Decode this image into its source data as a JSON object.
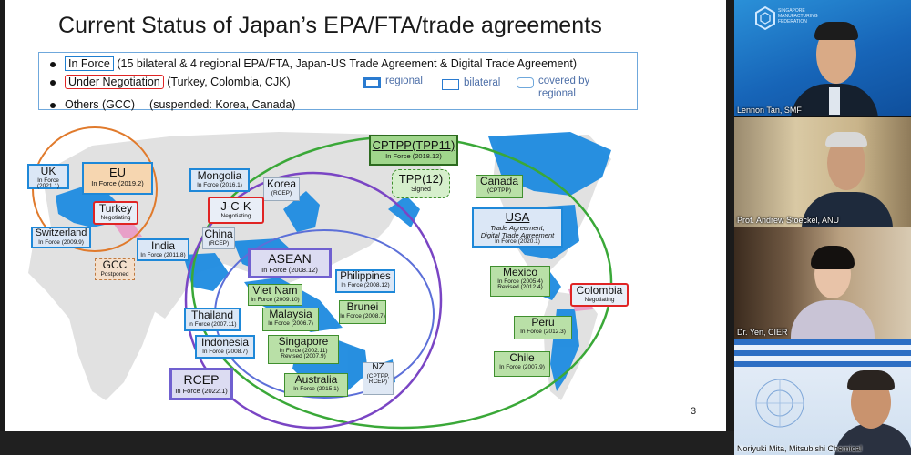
{
  "slide": {
    "title": "Current Status of Japan’s EPA/FTA/trade agreements",
    "page_number": "3",
    "legend": {
      "row1_tag": "In Force",
      "row1_text": "(15 bilateral & 4 regional EPA/FTA, Japan-US Trade Agreement & Digital Trade Agreement)",
      "row2_tag": "Under Negotiation",
      "row2_text": "(Turkey, Colombia, CJK)",
      "row3_text": "Others (GCC)　 (suspended: Korea, Canada)",
      "key_regional": "regional",
      "key_bilateral": "bilateral",
      "key_covered_1": "covered by",
      "key_covered_2": "regional"
    },
    "agreements": {
      "uk": {
        "name": "UK",
        "sub": "In Force (2021.1)"
      },
      "eu": {
        "name": "EU",
        "sub": "In Force (2019.2)"
      },
      "turkey": {
        "name": "Turkey",
        "sub": "Negotiating"
      },
      "switzerland": {
        "name": "Switzerland",
        "sub": "In Force (2009.9)"
      },
      "gcc": {
        "name": "GCC",
        "sub": "Postponed"
      },
      "mongolia": {
        "name": "Mongolia",
        "sub": "In Force (2016.1)"
      },
      "korea": {
        "name": "Korea",
        "sub": "(RCEP)"
      },
      "jck": {
        "name": "J-C-K",
        "sub": "Negotiating"
      },
      "china": {
        "name": "China",
        "sub": "(RCEP)"
      },
      "india": {
        "name": "India",
        "sub": "In Force (2011.8)"
      },
      "asean": {
        "name": "ASEAN",
        "sub": "In Force (2008.12)"
      },
      "vietnam": {
        "name": "Viet Nam",
        "sub": "In Force (2009.10)"
      },
      "philippines": {
        "name": "Philippines",
        "sub": "In Force (2008.12)"
      },
      "thailand": {
        "name": "Thailand",
        "sub": "In Force (2007.11)"
      },
      "malaysia": {
        "name": "Malaysia",
        "sub": "In Force (2006.7)"
      },
      "brunei": {
        "name": "Brunei",
        "sub": "In Force (2008.7)"
      },
      "indonesia": {
        "name": "Indonesia",
        "sub": "In Force (2008.7)"
      },
      "singapore": {
        "name": "Singapore",
        "sub1": "In Force (2002.11)",
        "sub2": "Revised (2007.9)"
      },
      "rcep": {
        "name": "RCEP",
        "sub": "In Force (2022.1)"
      },
      "australia": {
        "name": "Australia",
        "sub": "In Force (2015.1)"
      },
      "nz": {
        "name": "NZ",
        "sub1": "(CPTPP,",
        "sub2": "RCEP)"
      },
      "cptpp": {
        "name": "CPTPP(TPP11)",
        "sub": "In Force (2018.12)"
      },
      "tpp12": {
        "name": "TPP(12)",
        "sub": "Signed"
      },
      "canada": {
        "name": "Canada",
        "sub": "(CPTPP)"
      },
      "usa": {
        "name": "USA",
        "sub1": "Trade Agreement,",
        "sub2": "Digital Trade Agreement",
        "sub3": "In Force (2020.1)"
      },
      "mexico": {
        "name": "Mexico",
        "sub1": "In Force (2005.4)",
        "sub2": "Revised (2012.4)"
      },
      "colombia": {
        "name": "Colombia",
        "sub": "Negotiating"
      },
      "peru": {
        "name": "Peru",
        "sub": "In Force (2012.3)"
      },
      "chile": {
        "name": "Chile",
        "sub": "In Force (2007.9)"
      }
    }
  },
  "participants": [
    {
      "name": "Lennon Tan, SMF",
      "org_logo_line1": "SINGAPORE",
      "org_logo_line2": "MANUFACTURING",
      "org_logo_line3": "FEDERATION"
    },
    {
      "name": "Prof. Andrew Stoeckel, ANU"
    },
    {
      "name": "Dr. Yen, CIER"
    },
    {
      "name": "Noriyuki Mita, Mitsubishi Chemical"
    }
  ],
  "colors": {
    "in_force_border": "#1e88d8",
    "negotiating_border": "#e02424",
    "cptpp_circle": "#3aa838",
    "rcep_circle": "#7a45c4",
    "asean_circle": "#5c6fd8",
    "eu_circle": "#e07a2c"
  }
}
